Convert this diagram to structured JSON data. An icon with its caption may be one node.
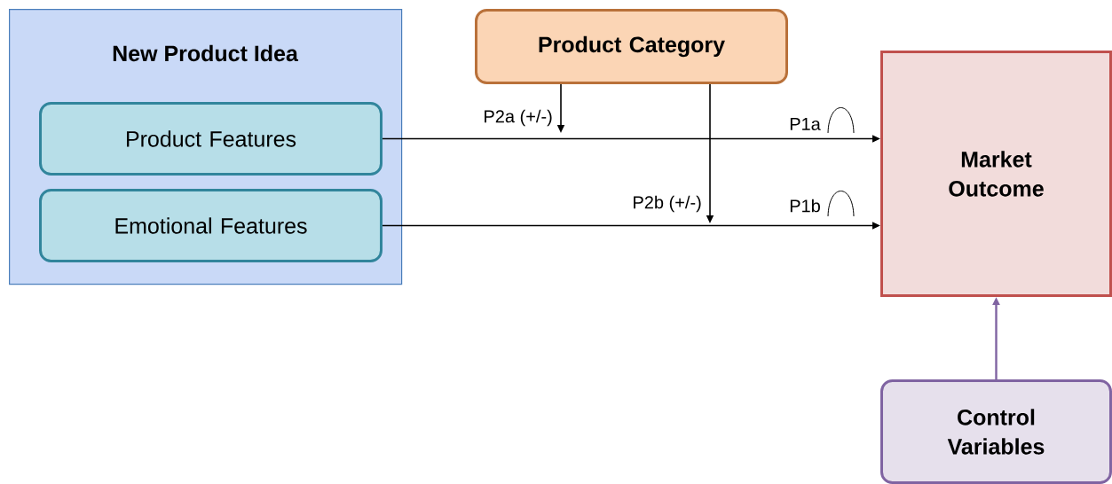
{
  "diagram": {
    "nodes": [
      {
        "text": [
          "New Product Idea"
        ]
      },
      {
        "text": [
          "Product Features"
        ],
        "in": 0
      },
      {
        "text": [
          "Emotional Features"
        ],
        "in": 0
      },
      {
        "text": [
          "Product Category"
        ]
      },
      {
        "text": [
          "Market Outcome"
        ]
      },
      {
        "text": [
          "Control Variables"
        ]
      }
    ],
    "edges": [
      {
        "from": 1,
        "to": 4,
        "arrow": "to",
        "label": "P1a"
      },
      {
        "from": 2,
        "to": 4,
        "arrow": "to",
        "label": "P1b"
      },
      {
        "from": 3,
        "to": null,
        "arrow": "to",
        "label": "P2a (+/-)"
      },
      {
        "from": 3,
        "to": null,
        "arrow": "to",
        "label": "P2b (+/-)"
      },
      {
        "from": 5,
        "to": 4,
        "arrow": "to",
        "color": "#8064a2"
      }
    ]
  }
}
